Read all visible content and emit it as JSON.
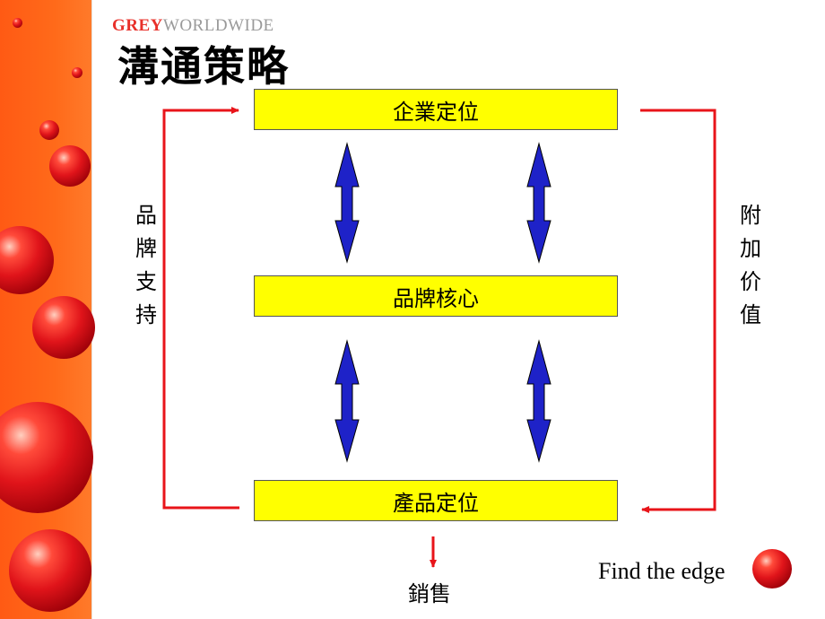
{
  "logo": {
    "part1": "GREY",
    "part2": "WORLDWIDE"
  },
  "title": "溝通策略",
  "boxes": {
    "top": "企業定位",
    "middle": "品牌核心",
    "bottom": "產品定位"
  },
  "left_label": [
    "品",
    "牌",
    "支",
    "持"
  ],
  "right_label": [
    "附",
    "加",
    "价",
    "值"
  ],
  "sales_label": "銷售",
  "tagline": "Find the edge",
  "colors": {
    "band": "#ff5a14",
    "box_fill": "#ffff00",
    "arrow_blue": "#1e22c8",
    "loop_red": "#e8141a"
  }
}
